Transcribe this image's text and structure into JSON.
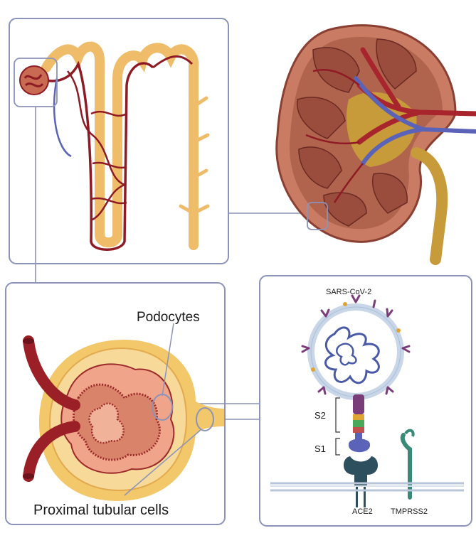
{
  "labels": {
    "podocytes": "Podocytes",
    "proximal_tubular_cells": "Proximal tubular cells",
    "virus": "SARS-CoV-2",
    "s2": "S2",
    "s1": "S1",
    "ace2": "ACE2",
    "tmprss2": "TMPRSS2"
  },
  "colors": {
    "panel_border": "#8b93b8",
    "vessel_red": "#8e1b24",
    "tubule_orange": "#efbd6a",
    "vein_blue": "#5a63b8",
    "kidney_cortex": "#b0644d",
    "medulla": "#9b4d3d",
    "capsule_yellow": "#f2c86a",
    "ace2_teal": "#2e4f5e",
    "tmprss2_green": "#3a8a78",
    "spike_purple": "#7b3d7a"
  }
}
